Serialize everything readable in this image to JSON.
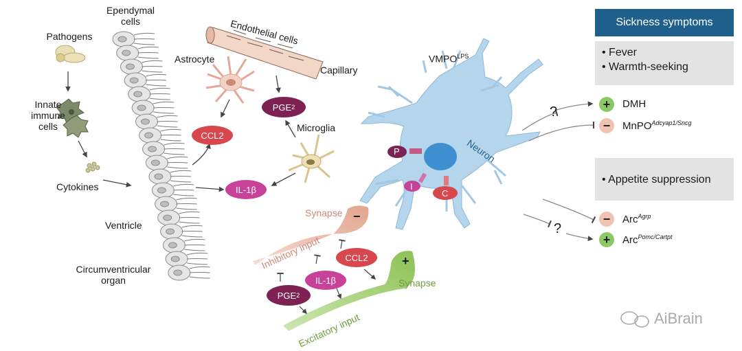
{
  "labels": {
    "pathogens": "Pathogens",
    "innate_immune_cells": [
      "Innate",
      "immune",
      "cells"
    ],
    "cytokines": "Cytokines",
    "ependymal_cells": [
      "Ependymal",
      "cells"
    ],
    "ventricle": "Ventricle",
    "circumventricular_organ": [
      "Circumventricular",
      "organ"
    ],
    "astrocyte": "Astrocyte",
    "endothelial_cells": "Endothelial cells",
    "capillary": "Capillary",
    "microglia": "Microglia",
    "vmpo": "VMPO",
    "vmpo_sup": "LPS",
    "neuron": "Neuron",
    "synapse_inhibitory": "Synapse",
    "synapse_excitatory": "Synapse",
    "inhibitory_input": "Inhibitory input",
    "excitatory_input": "Excitatory input"
  },
  "molecules": {
    "ccl2": "CCL2",
    "il1b": "IL-1β",
    "pge": "PGE",
    "pge_sub": "2",
    "receptor_p": "P",
    "receptor_i": "I",
    "receptor_c": "C"
  },
  "signs": {
    "plus": "+",
    "minus": "−",
    "question": "?"
  },
  "panel": {
    "header": "Sickness symptoms",
    "group1": [
      "• Fever",
      "• Warmth-seeking"
    ],
    "group2": [
      "• Appetite suppression"
    ]
  },
  "targets": {
    "dmh": "DMH",
    "mnpo": "MnPO",
    "mnpo_sup": "Adcyap1/Sncg",
    "arc1": "Arc",
    "arc1_sup": "Agrp",
    "arc2": "Arc",
    "arc2_sup": "Pomc/Cartpt"
  },
  "watermark": "AiBrain",
  "colors": {
    "ccl2": "#d8464e",
    "il1b": "#c9429a",
    "pge2": "#7e2153",
    "neuron": "#a9cde6",
    "nucleus": "#3d8fd0",
    "header": "#1f5f8b",
    "panel": "#e3e3e3",
    "plus": "#8cc866",
    "minus": "#f1c2b2",
    "inhibitory": "#e5b7a6",
    "excitatory": "#a9d27c"
  }
}
